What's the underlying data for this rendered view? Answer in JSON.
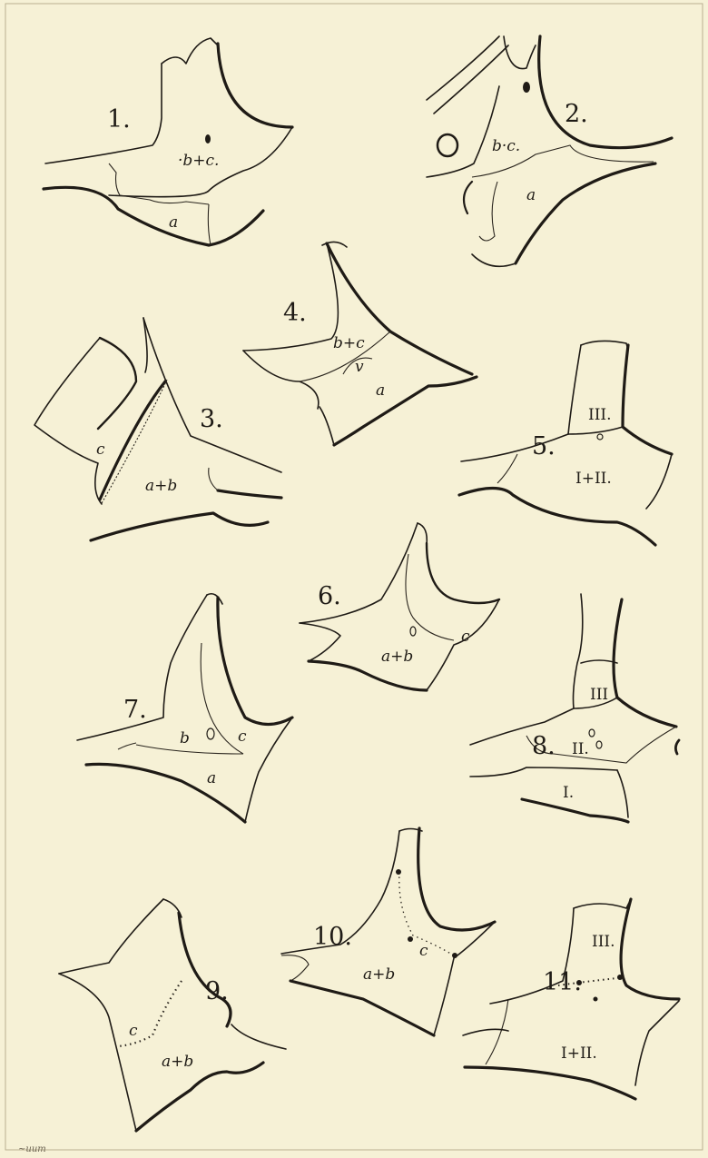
{
  "plate": {
    "figures": [
      {
        "id": "1",
        "number": "1.",
        "labels": [
          "·b+c.",
          "a"
        ]
      },
      {
        "id": "2",
        "number": "2.",
        "labels": [
          "b·c.",
          "a"
        ]
      },
      {
        "id": "3",
        "number": "3.",
        "labels": [
          "c",
          "a+b"
        ]
      },
      {
        "id": "4",
        "number": "4.",
        "labels": [
          "b+c",
          "v",
          "a"
        ]
      },
      {
        "id": "5",
        "number": "5.",
        "labels": [
          "III.",
          "I+II."
        ]
      },
      {
        "id": "6",
        "number": "6.",
        "labels": [
          "c",
          "a+b"
        ]
      },
      {
        "id": "7",
        "number": "7.",
        "labels": [
          "b",
          "c",
          "a"
        ]
      },
      {
        "id": "8",
        "number": "8.",
        "labels": [
          "III",
          "II.",
          "I."
        ]
      },
      {
        "id": "9",
        "number": "9.",
        "labels": [
          "c",
          "a+b"
        ]
      },
      {
        "id": "10",
        "number": "10.",
        "labels": [
          "c",
          "a+b"
        ]
      },
      {
        "id": "11",
        "number": "11.",
        "labels": [
          "III.",
          "I+II."
        ]
      }
    ],
    "signature": "~uum",
    "colors": {
      "paper": "#f6f1d6",
      "ink": "#1f1b16"
    }
  }
}
